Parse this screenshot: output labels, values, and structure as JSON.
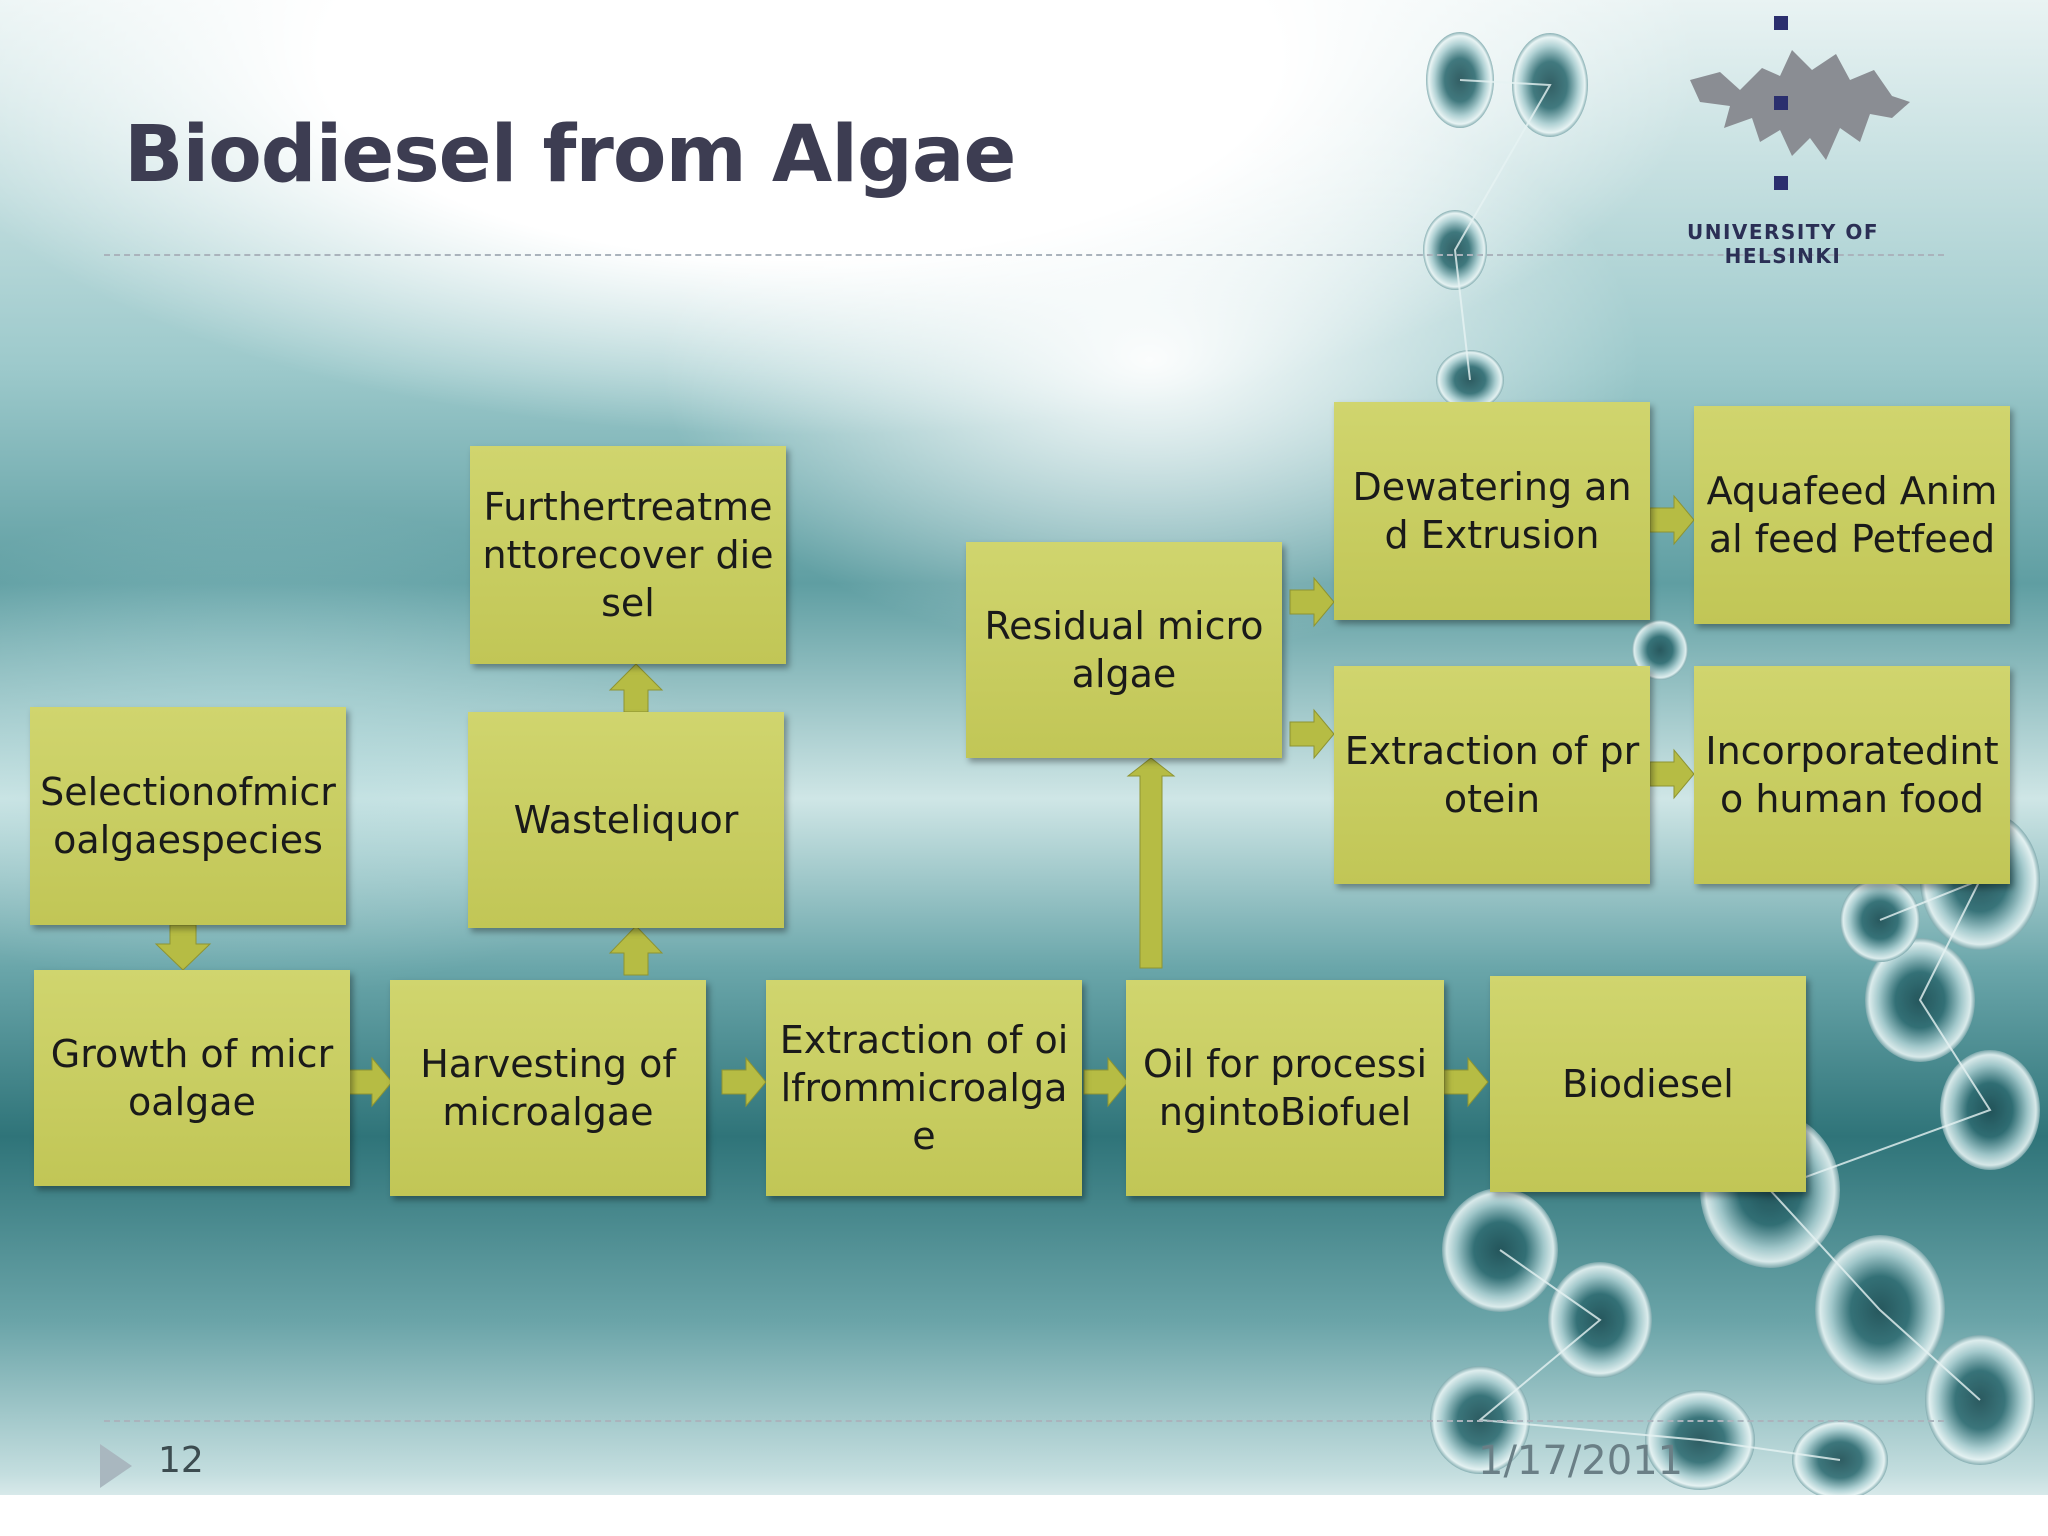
{
  "slide": {
    "title": "Biodiesel from Algae",
    "logo_text": "UNIVERSITY OF HELSINKI",
    "page_number": "12",
    "date": "1/17/2011"
  },
  "boxes": {
    "selection": "Selectionofmicroalgaespecies",
    "growth": "Growth of microalgae",
    "harvesting": "Harvesting of microalgae",
    "wasteliquor": "Wasteliquor",
    "further": "Furthertreatmenttorecover diesel",
    "extraction_oil": "Extraction of oilfrommicroalgae",
    "residual": "Residual microalgae",
    "oil_biofuel": "Oil for processingintoBiofuel",
    "biodiesel": "Biodiesel",
    "dewatering": "Dewatering and Extrusion",
    "protein": "Extraction of protein",
    "aquafeed": "Aquafeed Animal feed Petfeed",
    "human_food": "Incorporatedinto human food"
  },
  "colors": {
    "box_fill": "#c8cd62",
    "arrow_fill": "#b6bc44",
    "title_color": "#3d3d52"
  }
}
